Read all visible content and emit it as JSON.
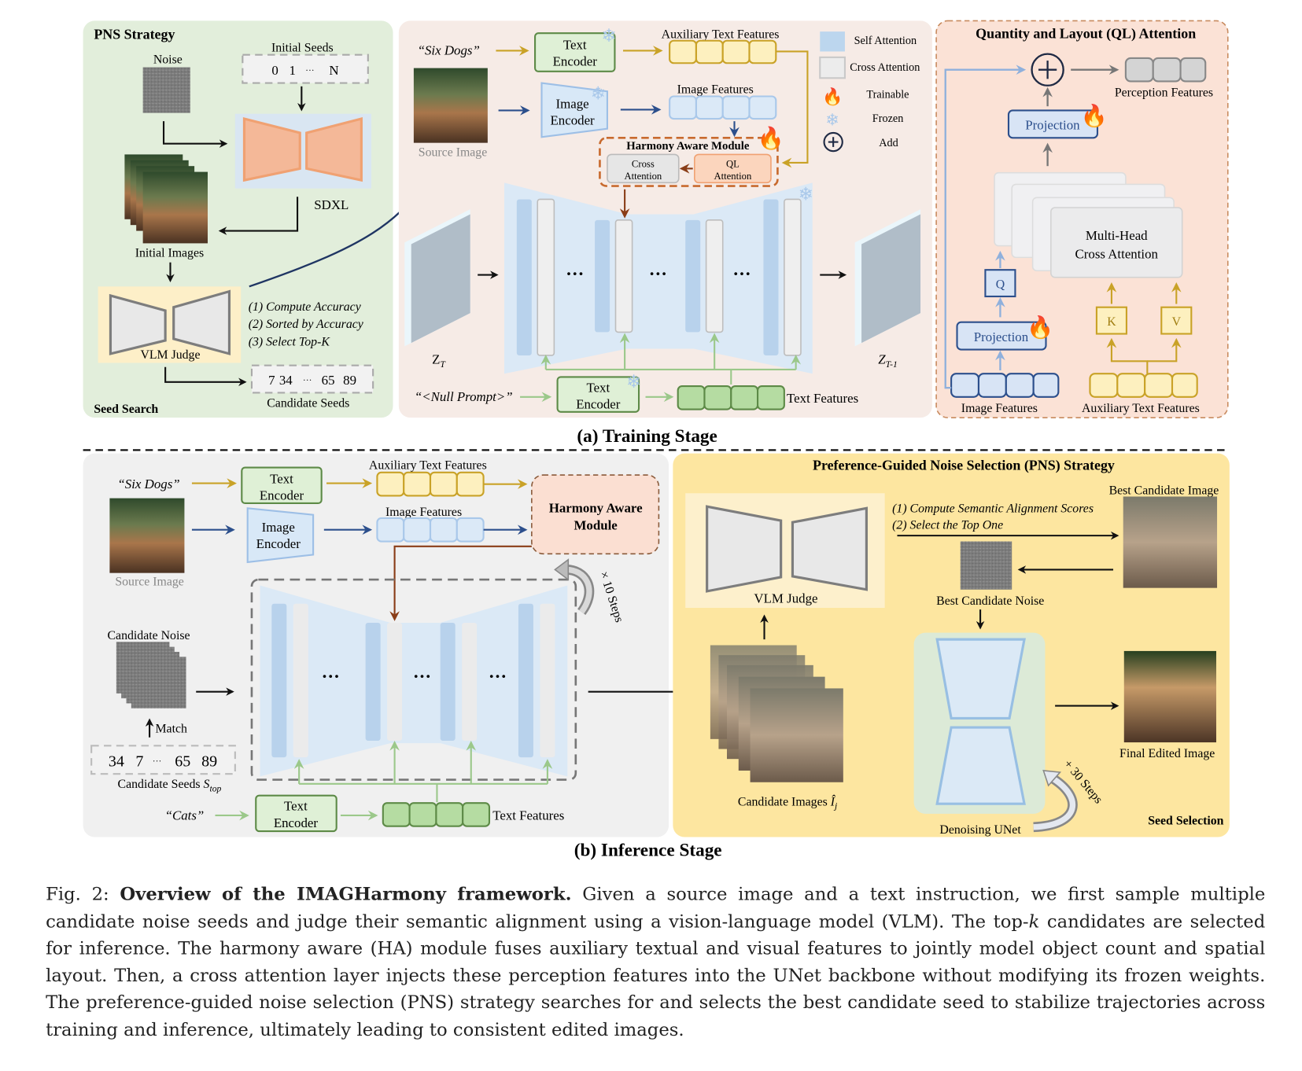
{
  "training": {
    "stage_label": "(a) Training Stage",
    "pns": {
      "title": "PNS Strategy",
      "noise_label": "Noise",
      "initial_seeds_label": "Initial Seeds",
      "initial_seeds": [
        "0",
        "1",
        "···",
        "N"
      ],
      "sdxl_label": "SDXL",
      "initial_images_label": "Initial Images",
      "vlm_judge_label": "VLM Judge",
      "steps": [
        "(1) Compute Accuracy",
        "(2) Sorted by Accuracy",
        "(3) Select Top-K"
      ],
      "candidate_seeds": [
        "7",
        "34",
        "···",
        "65",
        "89"
      ],
      "candidate_seeds_label": "Candidate Seeds",
      "footer": "Seed Search"
    },
    "main": {
      "prompt": "“Six Dogs”",
      "text_encoder": [
        "Text",
        "Encoder"
      ],
      "aux_text_features_label": "Auxiliary Text Features",
      "source_image_label": "Source Image",
      "image_encoder": [
        "Image",
        "Encoder"
      ],
      "image_features_label": "Image Features",
      "ham_title": "Harmony Aware Module",
      "cross_attention": [
        "Cross",
        "Attention"
      ],
      "ql_attention": [
        "QL",
        "Attention"
      ],
      "zt_label": "Z",
      "zt_sub": "T",
      "zt1_label": "Z",
      "zt1_sub": "T-1",
      "dots": "···",
      "null_prompt": "“<Null Prompt>”",
      "text_encoder2": [
        "Text",
        "Encoder"
      ],
      "text_features_label": "Text Features"
    },
    "legend": [
      {
        "icon": "self-attention-swatch",
        "label": "Self Attention"
      },
      {
        "icon": "cross-attention-swatch",
        "label": "Cross Attention"
      },
      {
        "icon": "flame-icon",
        "label": "Trainable"
      },
      {
        "icon": "snowflake-icon",
        "label": "Frozen"
      },
      {
        "icon": "add-icon",
        "label": "Add"
      }
    ],
    "ql": {
      "title": "Quantity and Layout (QL) Attention",
      "perception_features_label": "Perception Features",
      "projection_top": "Projection",
      "mhca": [
        "Multi-Head",
        "Cross Attention"
      ],
      "q": "Q",
      "k": "K",
      "v": "V",
      "projection_bottom": "Projection",
      "image_features_label": "Image Features",
      "aux_text_features_label": "Auxiliary Text Features"
    }
  },
  "inference": {
    "stage_label": "(b) Inference Stage",
    "left": {
      "prompt": "“Six Dogs”",
      "text_encoder": [
        "Text",
        "Encoder"
      ],
      "aux_text_features_label": "Auxiliary Text Features",
      "image_encoder": [
        "Image",
        "Encoder"
      ],
      "image_features_label": "Image Features",
      "ham": [
        "Harmony Aware",
        "Module"
      ],
      "source_image_label": "Source Image",
      "candidate_noise_label": "Candidate Noise",
      "match_label": "Match",
      "candidate_seeds": [
        "34",
        "7",
        "···",
        "65",
        "89"
      ],
      "candidate_seeds_label": "Candidate Seeds ",
      "candidate_seeds_symbol": "S",
      "candidate_seeds_sub": "top",
      "steps_label": "× 10 Steps",
      "dots": "···",
      "cats_prompt": "“Cats”",
      "text_encoder2": [
        "Text",
        "Encoder"
      ],
      "text_features_label": "Text Features"
    },
    "right": {
      "title": "Preference-Guided Noise Selection (PNS) Strategy",
      "vlm_judge_label": "VLM Judge",
      "steps": [
        "(1) Compute Semantic Alignment Scores",
        "(2) Select the Top One"
      ],
      "best_candidate_image_label": "Best Candidate Image",
      "best_candidate_noise_label": "Best Candidate Noise",
      "candidate_images_label": "Candidate Images ",
      "candidate_images_symbol": "Î",
      "candidate_images_sub": "j",
      "denoising_unet_label": "Denoising UNet",
      "steps_label": "+ 30 Steps",
      "final_image_label": "Final Edited Image",
      "footer": "Seed Selection"
    }
  },
  "caption": {
    "prefix": "Fig. 2: ",
    "bold": "Overview of the IMAGHarmony framework.",
    "text1": " Given a source image and a text instruction, we first sample multiple candidate noise seeds and judge their semantic alignment using a vision-language model (VLM). The top-",
    "k": "k",
    "text2": " candidates are selected for inference. The harmony aware (HA) module fuses auxiliary textual and visual features to jointly model object count and spatial layout. Then, a cross attention layer injects these perception features into the UNet backbone without modifying its frozen weights. The preference-guided noise selection (PNS) strategy searches for and selects the best candidate seed to stabilize trajectories across training and inference, ultimately leading to consistent edited images."
  },
  "colors": {
    "green_panel": "#e2eedb",
    "pink_panel": "#f7ebe6",
    "ql_panel": "#fbe2d6",
    "gray_panel": "#f0f0f0",
    "yellow_panel": "#fde6a0",
    "gold": "#c9a227",
    "blue_arrow": "#2c4f8c",
    "brown": "#8a3d17",
    "green_arrow": "#9bc88a",
    "unet_blue": "#dbe9f6"
  }
}
